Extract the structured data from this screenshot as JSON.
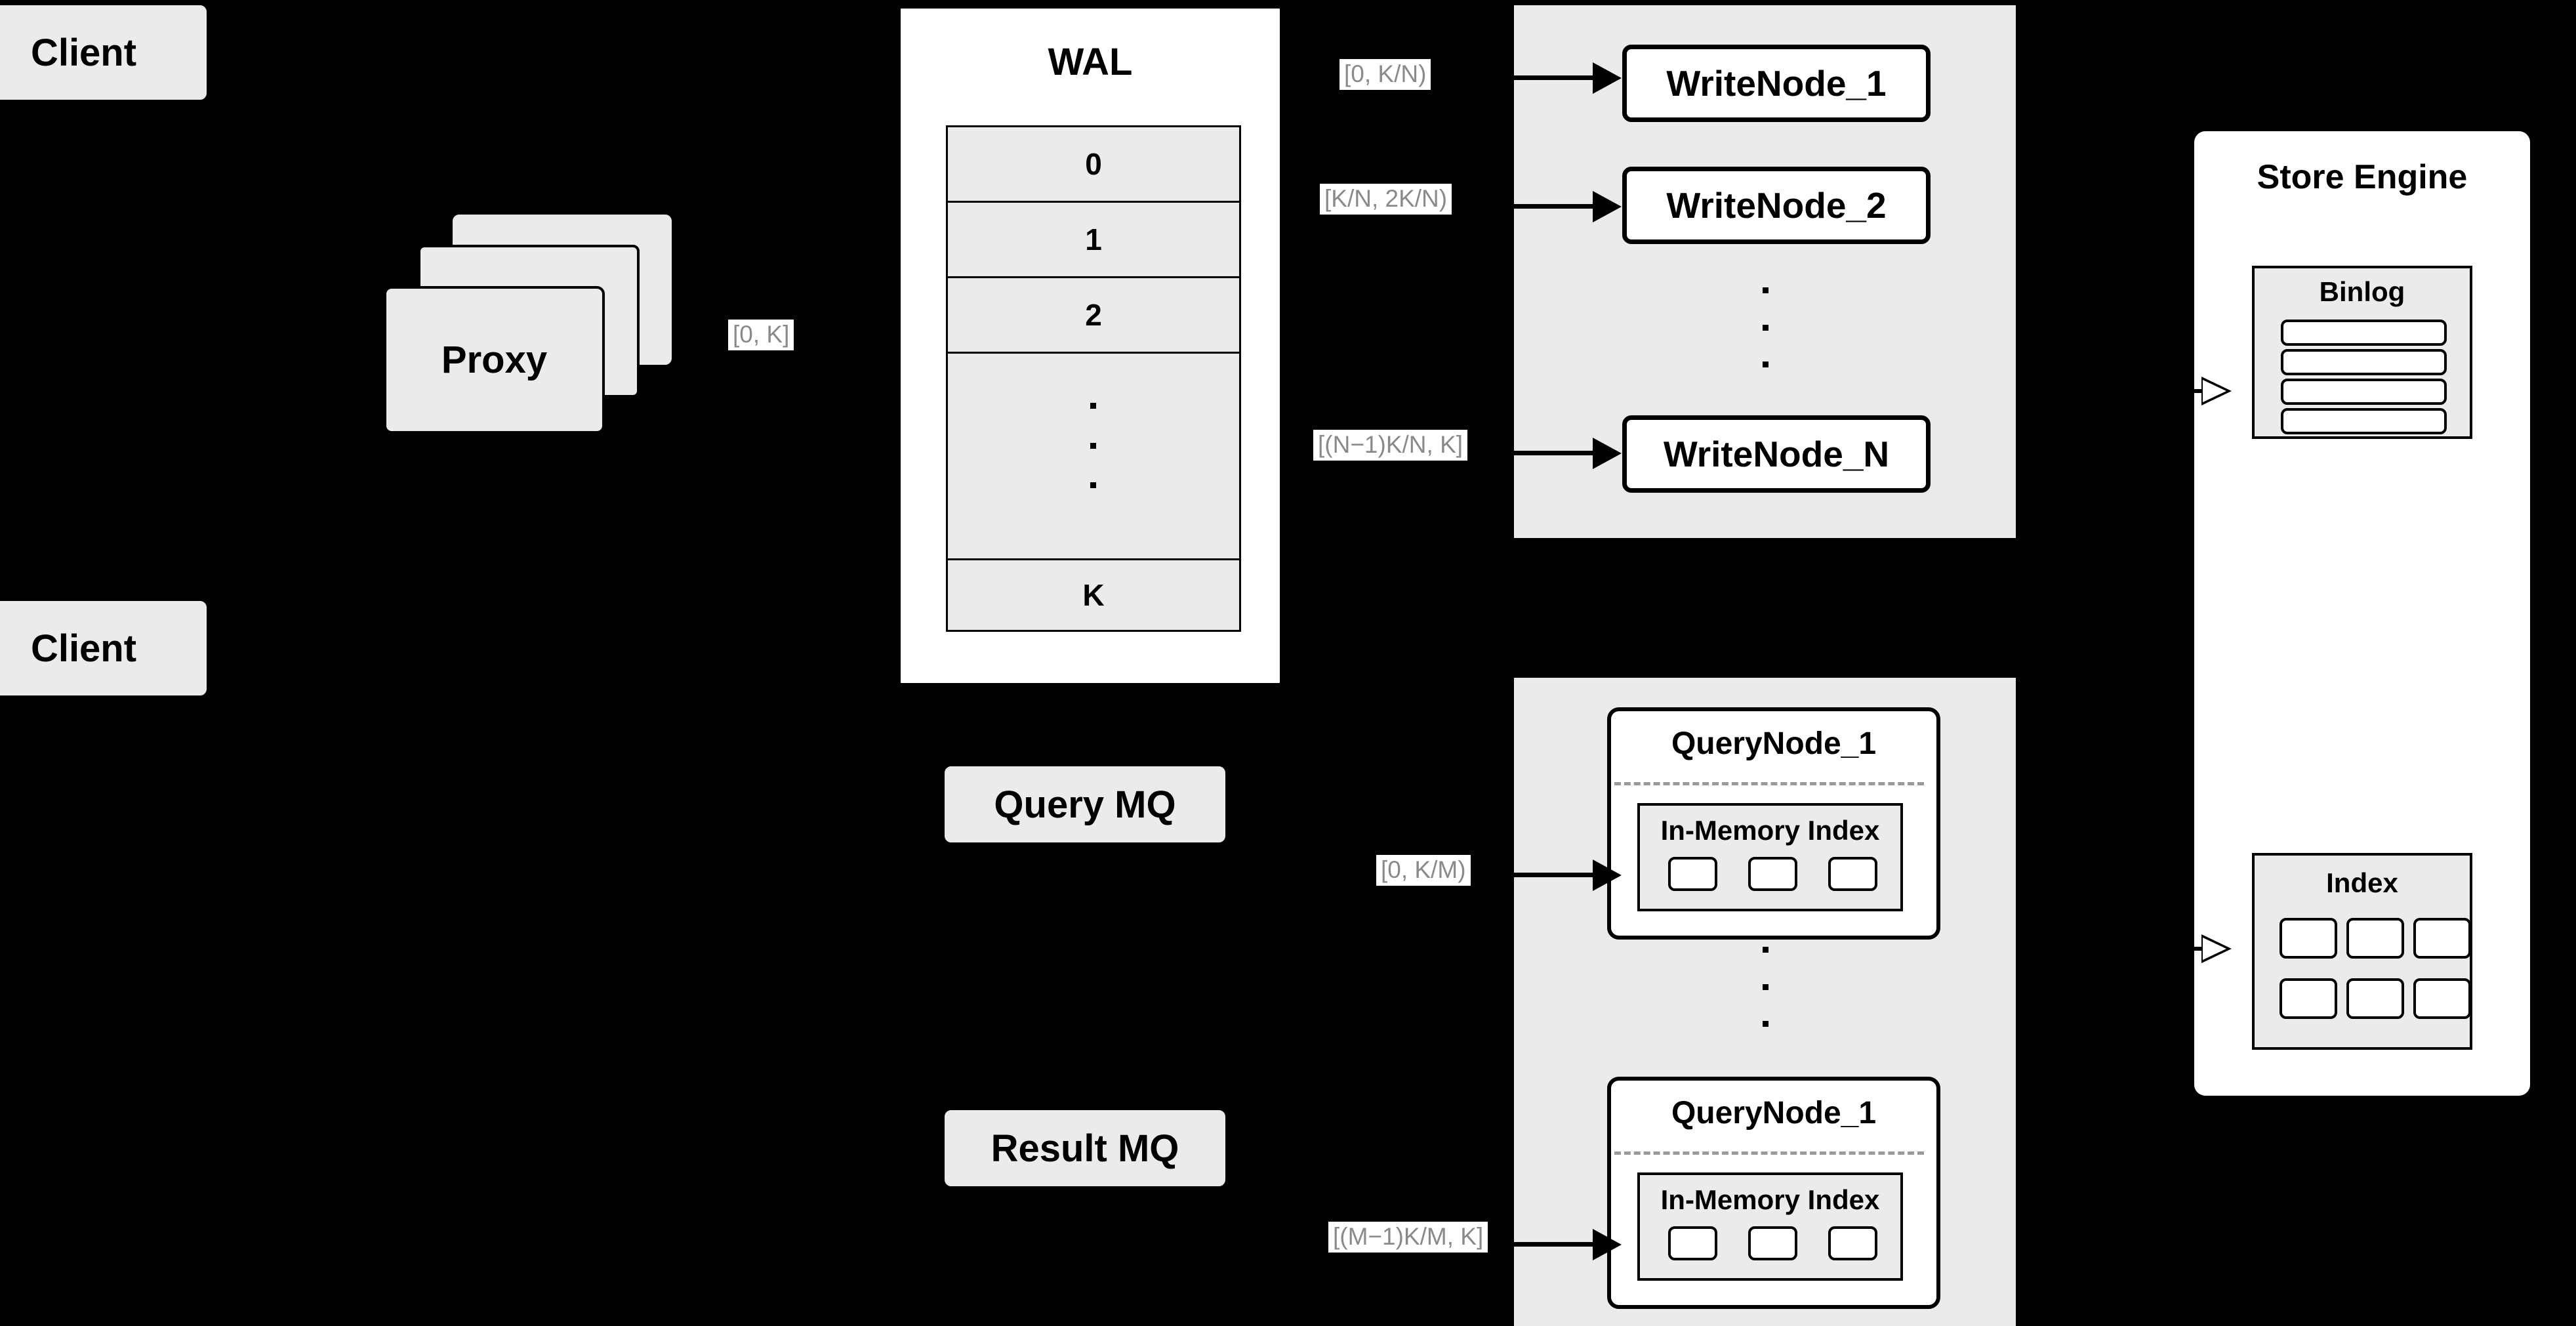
{
  "diagram": {
    "title": "Distributed write/query architecture",
    "colors": {
      "background": "#000000",
      "node_fill_grey": "#EBEBEB",
      "node_fill_white": "#FFFFFF",
      "stroke": "#000000",
      "label_text": "#8A8A8A",
      "label_bg": "#FFFFFF",
      "dashed_separator": "#9A9A9A"
    }
  },
  "clients": [
    {
      "label": "Client"
    },
    {
      "label": "Client"
    }
  ],
  "proxy": {
    "label": "Proxy",
    "stack_count": 3
  },
  "wal": {
    "title": "WAL",
    "rows": [
      "0",
      "1",
      "2",
      "",
      "K"
    ],
    "ellipsis_row_index": 3,
    "ellipsis_dots": 3
  },
  "edge_labels": {
    "proxy_to_wal": "[0, K]",
    "wal_to_writenode_1": "[0,  K/N)",
    "wal_to_writenode_2": "[K/N, 2K/N)",
    "wal_to_writenode_n": "[(N−1)K/N,  K]",
    "mq_to_querynode_1": "[0, K/M)",
    "mq_to_querynode_m": "[(M−1)K/M, K]"
  },
  "write_group": {
    "nodes": [
      {
        "label": "WriteNode_1"
      },
      {
        "label": "WriteNode_2"
      },
      {
        "label": "WriteNode_N"
      }
    ],
    "ellipsis_dots": 3
  },
  "message_queues": [
    {
      "label": "Query MQ"
    },
    {
      "label": "Result MQ"
    }
  ],
  "query_group": {
    "nodes": [
      {
        "label": "QueryNode_1",
        "inner": {
          "label": "In-Memory Index",
          "slot_count": 3
        }
      },
      {
        "label": "QueryNode_1",
        "inner": {
          "label": "In-Memory Index",
          "slot_count": 3
        }
      }
    ],
    "ellipsis_dots": 3
  },
  "store_engine": {
    "title": "Store Engine",
    "binlog": {
      "label": "Binlog",
      "slot_count": 4
    },
    "index": {
      "label": "Index",
      "slot_count": 6,
      "columns": 3,
      "rows": 2
    }
  }
}
